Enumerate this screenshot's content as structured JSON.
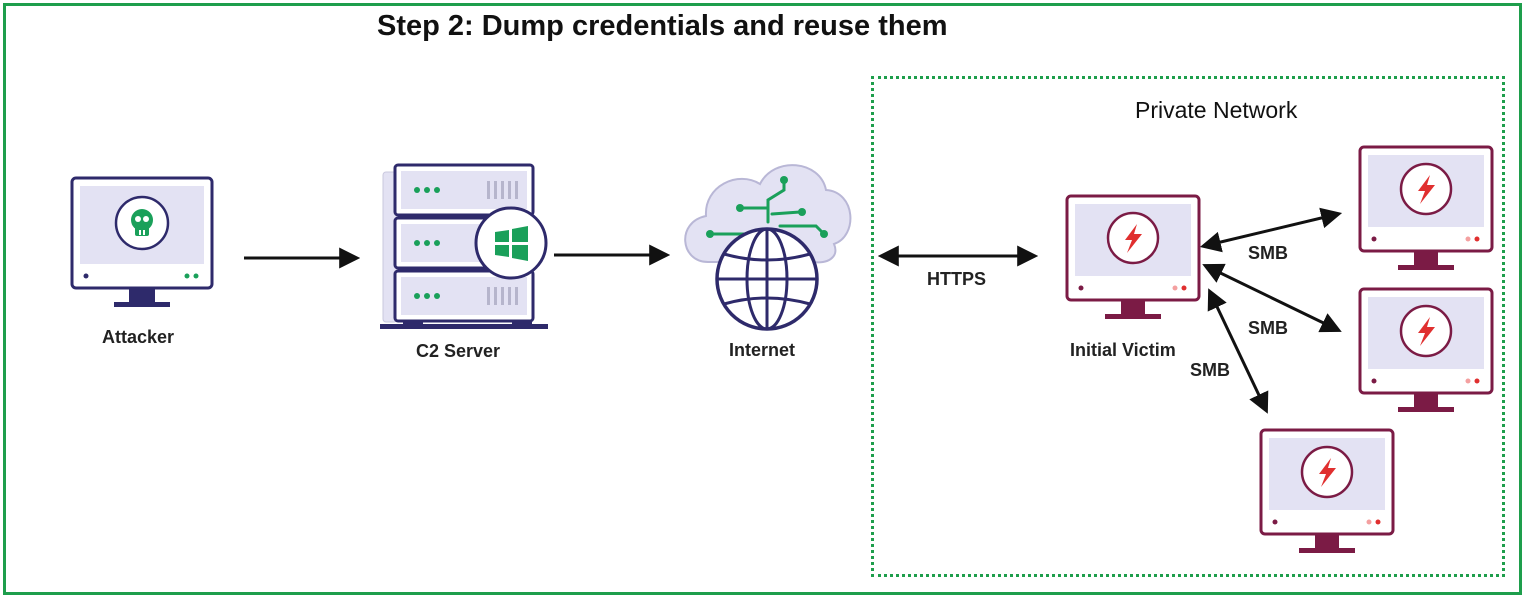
{
  "title": "Step 2: Dump credentials and reuse them",
  "zone": {
    "label": "Private Network"
  },
  "nodes": {
    "attacker": {
      "label": "Attacker",
      "icon": "skull-icon"
    },
    "c2": {
      "label": "C2 Server",
      "icon": "windows-logo-icon"
    },
    "internet": {
      "label": "Internet",
      "icon": "globe-cloud-icon"
    },
    "victim": {
      "label": "Initial Victim",
      "icon": "lightning-icon"
    }
  },
  "links": {
    "https": "HTTPS",
    "smb1": "SMB",
    "smb2": "SMB",
    "smb3": "SMB"
  },
  "colors": {
    "frame": "#1e9e4c",
    "navy": "#2e2a6b",
    "maroon": "#7b1b45",
    "red": "#e02f2f",
    "green": "#1aa05a",
    "screen": "#e3e2f3"
  }
}
